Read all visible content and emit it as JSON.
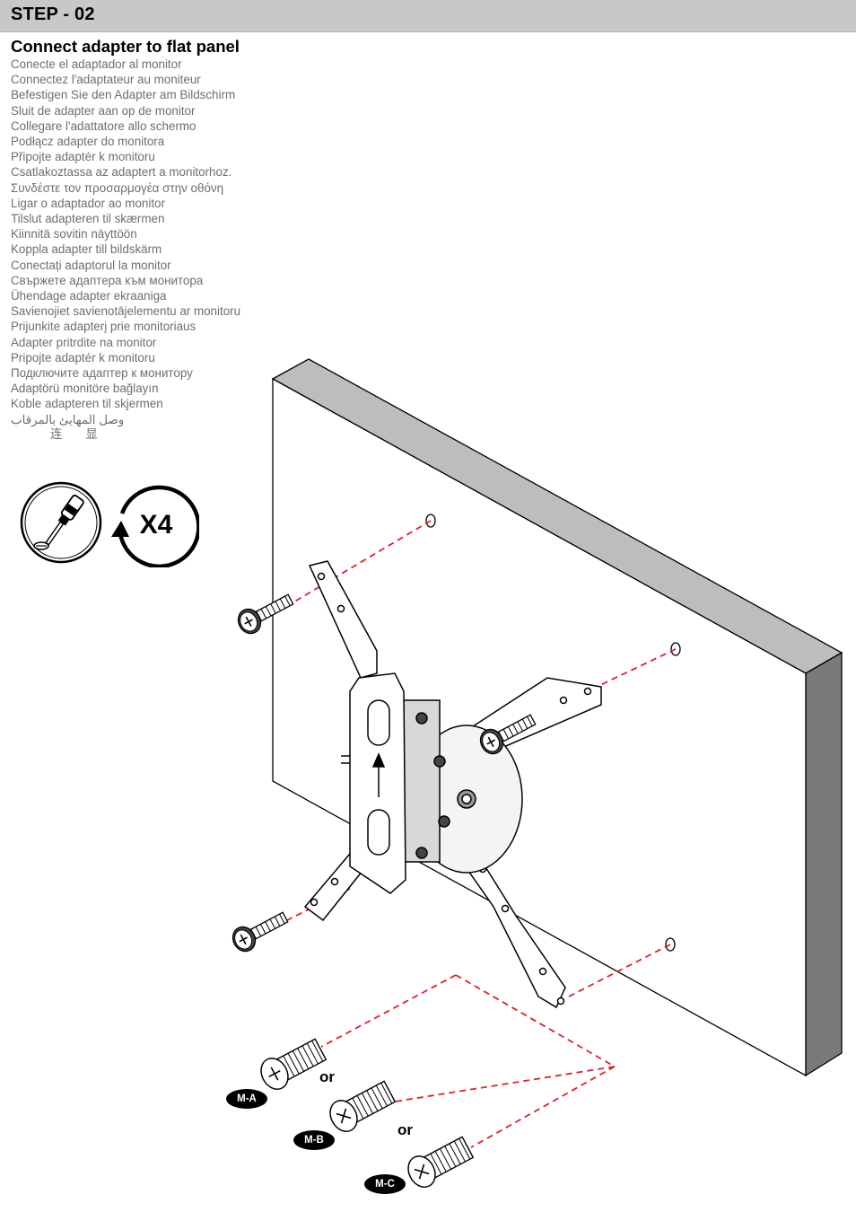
{
  "step": {
    "title": "STEP - 02"
  },
  "instruction": {
    "heading": "Connect adapter to flat panel",
    "translations": [
      "Conecte el adaptador al monitor",
      "Connectez l'adaptateur au moniteur",
      "Befestigen Sie den Adapter am Bildschirm",
      "Sluit de adapter aan op de monitor",
      "Collegare l'adattatore allo schermo",
      "Podłącz adapter do monitora",
      "Připojte adaptér k monitoru",
      "Csatlakoztassa az adaptert a monitorhoz.",
      "Συνδέστε τον προσαρμογέα στην οθόνη",
      "Ligar o adaptador ao monitor",
      "Tilslut adapteren til skærmen",
      "Kiinnitä sovitin näyttöön",
      "Koppla adapter till bildskärm",
      "Conectați adaptorul la monitor",
      "Свържете адаптера към монитора",
      "Ühendage adapter ekraaniga",
      "Savienojiet savienotājelementu ar monitoru",
      "Prijunkite adapterį prie monitoriaus",
      "Adapter pritrdite na monitor",
      "Pripojte adaptér k monitoru",
      "Подключите адаптер к монитору",
      "Adaptörü monitöre bağlayın",
      "Koble adapteren til skjermen"
    ],
    "arabic": "وصل المهايئ بالمرقاب",
    "chinese": "连显"
  },
  "tools": {
    "tool_icon": "screwdriver-icon",
    "repeat_icon": "repeat-arrow-icon",
    "repeat_label": "X4"
  },
  "hardware": {
    "or_label_1": "or",
    "or_label_2": "or",
    "options": [
      {
        "badge": "M-A",
        "icon": "screw-icon"
      },
      {
        "badge": "M-B",
        "icon": "screw-icon"
      },
      {
        "badge": "M-C",
        "icon": "screw-icon"
      }
    ]
  }
}
